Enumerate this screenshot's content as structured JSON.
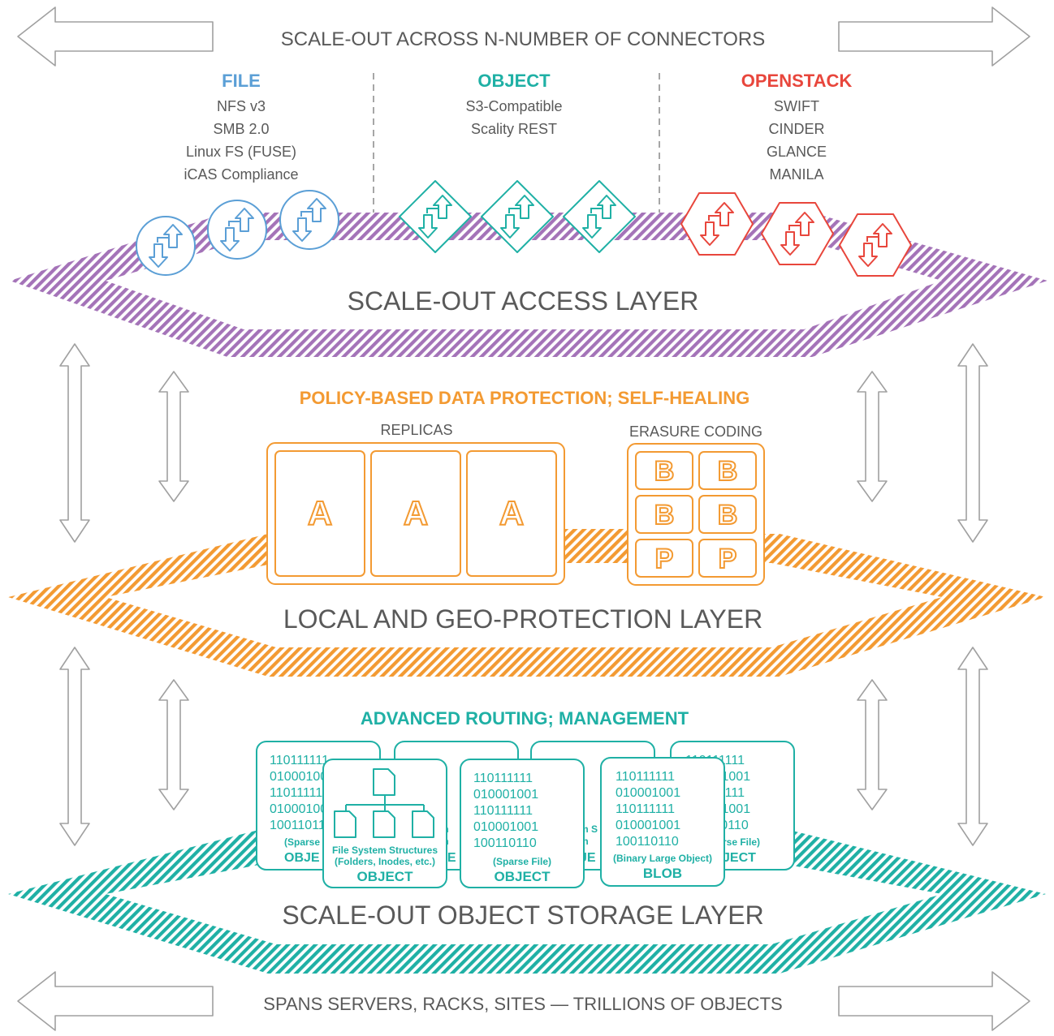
{
  "header": {
    "scale_out_text": "SCALE-OUT ACROSS N-NUMBER OF CONNECTORS"
  },
  "footer": {
    "spans_text": "SPANS SERVERS, RACKS, SITES — TRILLIONS OF OBJECTS"
  },
  "colors": {
    "file": "#5b9fd6",
    "object": "#1fb0a5",
    "openstack": "#e8463c",
    "access": "#a473b8",
    "protection": "#f39a32",
    "storage": "#1fb0a5",
    "gray": "#595959",
    "arrow": "#a0a0a0"
  },
  "connectors": {
    "file": {
      "title": "FILE",
      "items": [
        "NFS v3",
        "SMB 2.0",
        "Linux FS (FUSE)",
        "iCAS Compliance"
      ]
    },
    "object": {
      "title": "OBJECT",
      "items": [
        "S3-Compatible",
        "Scality REST"
      ]
    },
    "openstack": {
      "title": "OPENSTACK",
      "items": [
        "SWIFT",
        "CINDER",
        "GLANCE",
        "MANILA"
      ]
    }
  },
  "layers": {
    "access": "SCALE-OUT ACCESS LAYER",
    "protection": "LOCAL AND GEO-PROTECTION LAYER",
    "storage": "SCALE-OUT OBJECT STORAGE LAYER"
  },
  "protection": {
    "heading": "POLICY-BASED DATA PROTECTION; SELF-HEALING",
    "replicas_label": "REPLICAS",
    "erasure_label": "ERASURE CODING",
    "replica_letter": "A",
    "ec_cells": [
      "B",
      "B",
      "B",
      "B",
      "P",
      "P"
    ]
  },
  "storage": {
    "heading": "ADVANCED ROUTING; MANAGEMENT",
    "binary_lines": [
      "110111111",
      "010001001",
      "110111111",
      "010001001",
      "100110110"
    ],
    "cards": {
      "fs": {
        "caption_line1": "File System Structures",
        "caption_line2": "(Folders, Inodes, etc.)",
        "title": "OBJECT"
      },
      "sparse": {
        "caption": "(Sparse File)",
        "title": "OBJECT"
      },
      "blob": {
        "caption": "(Binary Large Object)",
        "title": "BLOB"
      }
    },
    "back_cards": {
      "left": {
        "caption": "(Sparse",
        "title": "OBJE"
      },
      "mid1": {
        "caption_a": "m",
        "caption_b": "In",
        "title": "JE"
      },
      "mid2": {
        "caption_a": "m S",
        "caption_b": "In",
        "title": "JE"
      },
      "right": {
        "caption": "rse File)",
        "title": "JECT"
      }
    }
  }
}
